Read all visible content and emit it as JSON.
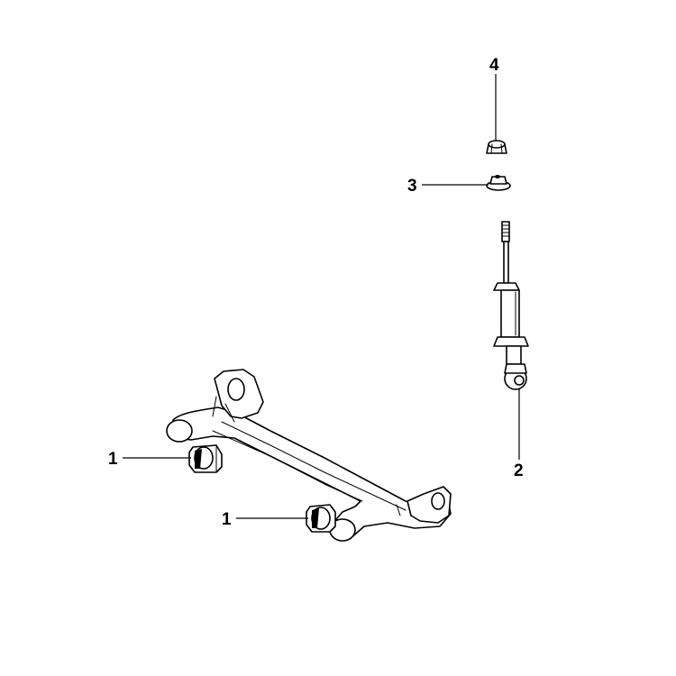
{
  "diagram": {
    "callouts": [
      {
        "id": "bushing-upper",
        "label": "1"
      },
      {
        "id": "bushing-lower",
        "label": "1"
      },
      {
        "id": "shock-absorber",
        "label": "2"
      },
      {
        "id": "washer",
        "label": "3"
      },
      {
        "id": "nut",
        "label": "4"
      }
    ]
  }
}
